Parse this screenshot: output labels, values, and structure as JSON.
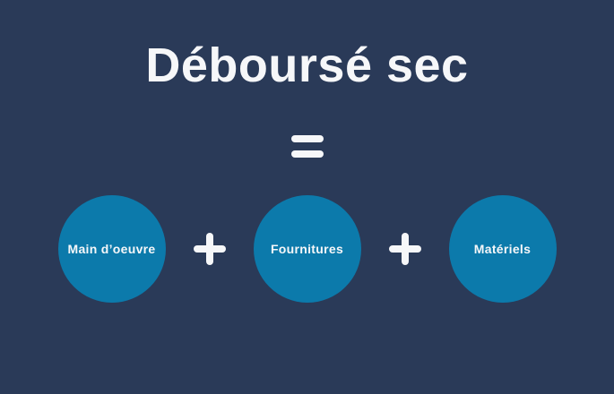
{
  "colors": {
    "background": "#2A3A58",
    "circle": "#0C7AAB",
    "text": "#F6F7F9"
  },
  "title": "Déboursé sec",
  "formula": {
    "equals_symbol": "=",
    "plus_symbol": "+",
    "components": [
      {
        "label": "Main d’oeuvre"
      },
      {
        "label": "Fournitures"
      },
      {
        "label": "Matériels"
      }
    ]
  }
}
